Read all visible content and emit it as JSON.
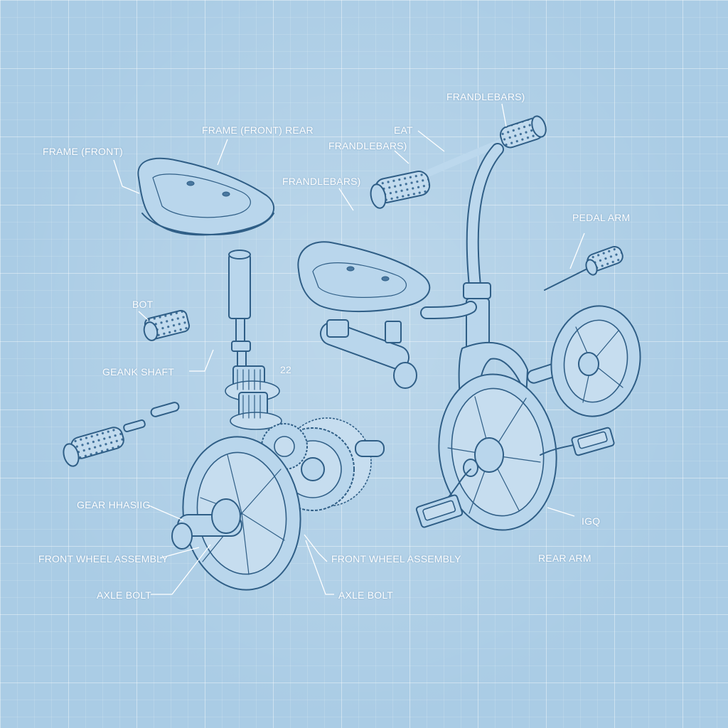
{
  "diagram": {
    "labels": {
      "frame_front": "FRAME (FRONT)",
      "frame_front_rear": "FRAME (FRONT) REAR",
      "frandlebars_top": "FRANDLEBARS)",
      "eat": "EAT",
      "frandlebars_mid": "FRANDLEBARS)",
      "frandlebars_low": "FRANDLEBARS)",
      "pedal_arm": "PEDAL ARM",
      "bot": "BOT",
      "geank_shaft": "GEANK SHAFT",
      "num_22": "22",
      "gear_hhasiig": "GEAR HHASIIG",
      "front_wheel_left": "FRONT WHEEL ASSEMBLY",
      "front_wheel_center": "FRONT WHEEL ASSEMBLY",
      "axle_bolt_left": "AXLE BOLT",
      "axle_bolt_center": "AXLE BOLT",
      "igq": "IGQ",
      "rear_arm": "REAR ARM"
    },
    "colors": {
      "background": "#aacce5",
      "ink": "#2f5e86",
      "label": "#ffffff"
    }
  }
}
